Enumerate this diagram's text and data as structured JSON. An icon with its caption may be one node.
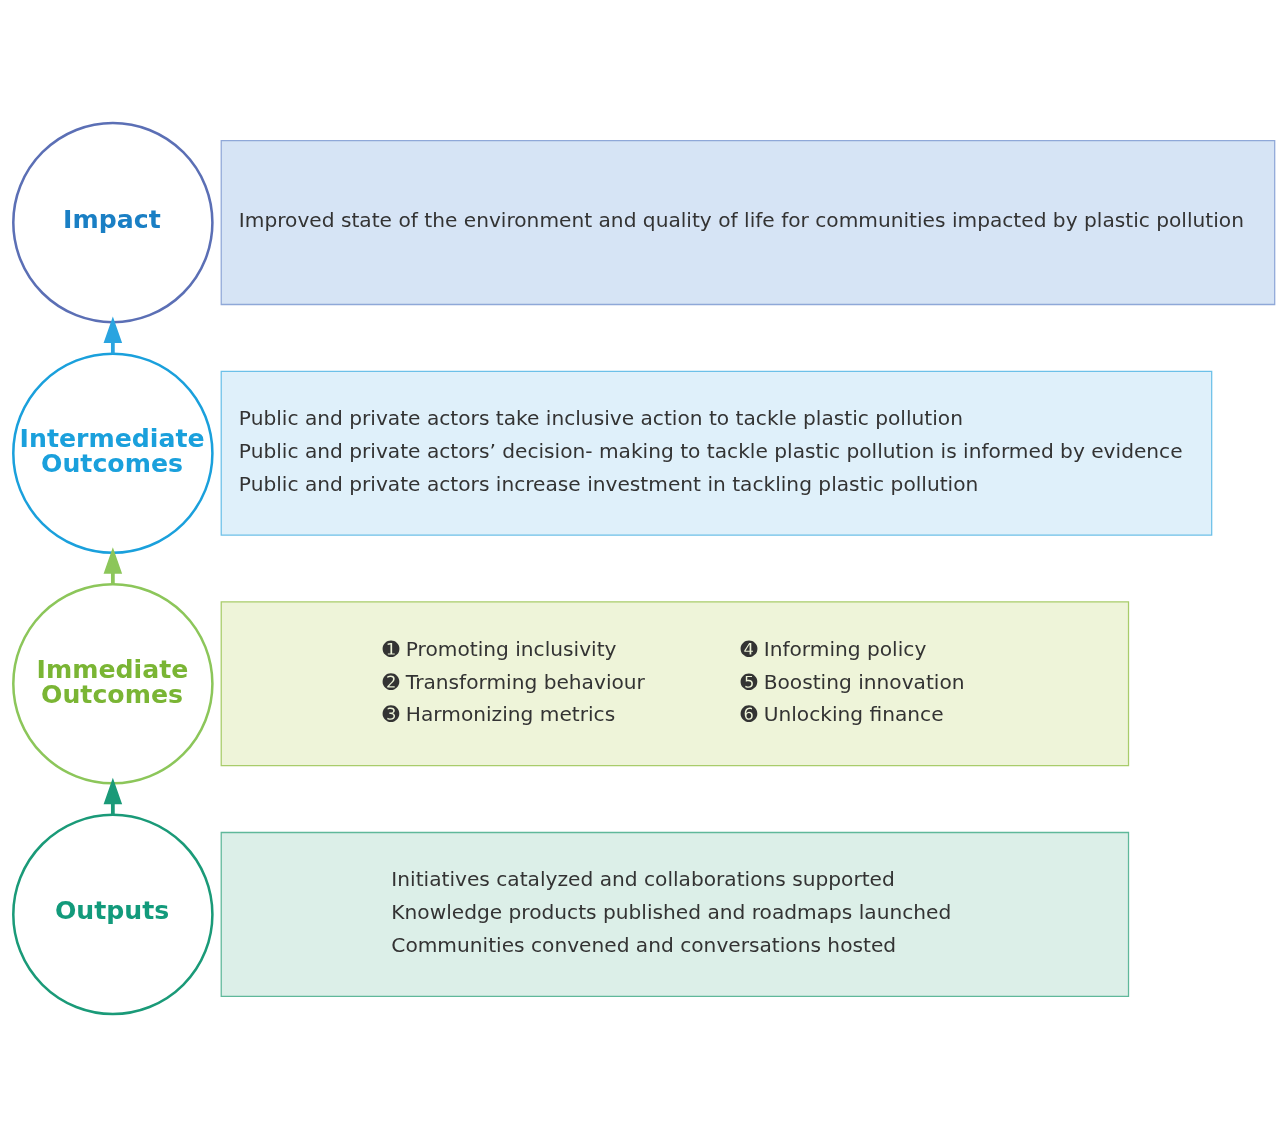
{
  "diagram": {
    "nodes": [
      {
        "text": [
          "Impact"
        ]
      },
      {
        "text": [
          "Improved state of the environment and quality of life for communities impacted by plastic pollution"
        ]
      },
      {
        "text": [
          "Intermediate Outcomes"
        ]
      },
      {
        "text": [
          "Public and private actors take inclusive action to tackle plastic pollution",
          "Public and private actors’ decision- making to tackle plastic pollution is informed by evidence",
          "Public and private actors increase investment in tackling plastic pollution"
        ]
      },
      {
        "text": [
          "Immediate Outcomes"
        ]
      },
      {
        "text": [
          "➊ Promoting inclusivity",
          "➋ Transforming behaviour",
          "➌ Harmonizing metrics",
          "➍ Informing policy",
          "➎ Boosting innovation",
          "➏ Unlocking finance"
        ]
      },
      {
        "text": [
          "Outputs"
        ]
      },
      {
        "text": [
          "Initiatives catalyzed and collaborations supported",
          "Knowledge products published and roadmaps launched",
          "Communities convened and conversations hosted"
        ]
      }
    ],
    "edges": [
      {
        "from": 2,
        "to": 0,
        "arrow": "to",
        "color": "#2aa4e0"
      },
      {
        "from": 4,
        "to": 2,
        "arrow": "to",
        "color": "#8cc65a"
      },
      {
        "from": 6,
        "to": 4,
        "arrow": "to",
        "color": "#1a9a78"
      }
    ]
  }
}
